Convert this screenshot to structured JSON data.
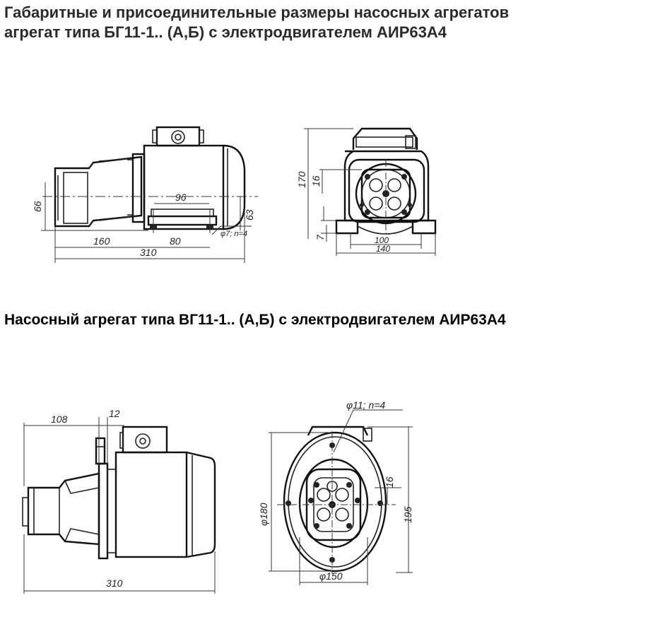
{
  "headings": {
    "title_line1": "Габаритные и присоединительные размеры насосных агрегатов",
    "title_line2": "агрегат типа БГ11-1.. (А,Б) с электродвигателем АИР63А4",
    "section2": "Насосный агрегат типа ВГ11-1.. (А,Б) с электродвигателем АИР63А4"
  },
  "drawing1": {
    "side_dims": {
      "height_66": "66",
      "len_96": "96",
      "height_63": "63",
      "len_160": "160",
      "len_80": "80",
      "len_310": "310",
      "holes": "φ7; n=4"
    },
    "front_dims": {
      "height_170": "170",
      "v16": "16",
      "v7": "7",
      "w100": "100",
      "w140": "140"
    }
  },
  "drawing2": {
    "side_dims": {
      "len_108": "108",
      "len_12": "12",
      "len_310": "310"
    },
    "front_dims": {
      "holes": "φ11; n=4",
      "diam_180": "φ180",
      "v16": "16",
      "h195": "195",
      "diam_150": "φ150"
    }
  }
}
